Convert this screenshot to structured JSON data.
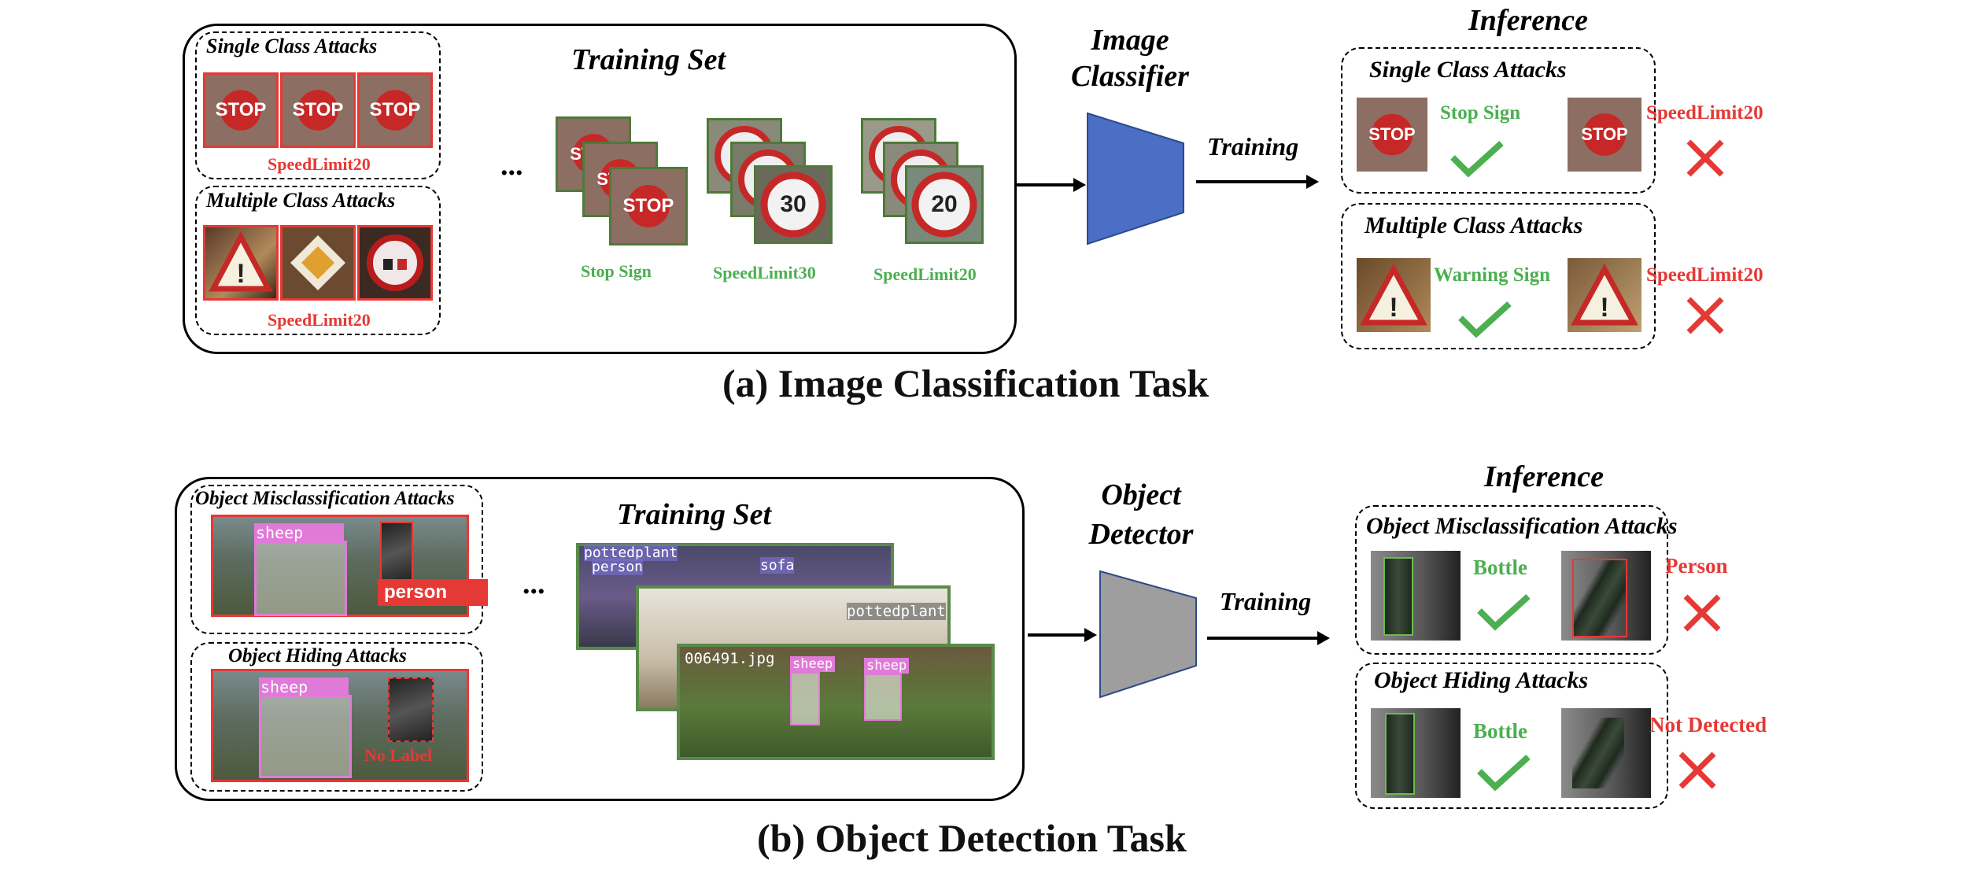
{
  "panel_a": {
    "training_set_title": "Training Set",
    "single_class_title": "Single Class Attacks",
    "multiple_class_title": "Multiple Class Attacks",
    "single_target_label": "SpeedLimit20",
    "multiple_target_label": "SpeedLimit20",
    "ellipsis": "...",
    "stop_sign_text": "STOP",
    "speed30_text": "30",
    "speed20_text": "20",
    "train_labels": [
      "Stop Sign",
      "SpeedLimit30",
      "SpeedLimit20"
    ],
    "model_title": "Image Classifier",
    "arrow_label": "Training",
    "inference_title": "Inference",
    "inf_single_title": "Single Class Attacks",
    "inf_single_correct": "Stop Sign",
    "inf_single_wrong": "SpeedLimit20",
    "inf_multi_title": "Multiple Class Attacks",
    "inf_multi_correct": "Warning Sign",
    "inf_multi_wrong": "SpeedLimit20",
    "caption": "(a) Image Classification Task"
  },
  "panel_b": {
    "training_set_title": "Training Set",
    "misclass_title": "Object Misclassification Attacks",
    "hiding_title": "Object Hiding Attacks",
    "sheep_label": "sheep",
    "person_label": "person",
    "no_label": "No Label",
    "ellipsis": "...",
    "frame_labels": [
      "pottedplant",
      "person",
      "sofa",
      "pottedplant"
    ],
    "front_filename": "006491.jpg",
    "front_labels": [
      "sheep",
      "sheep"
    ],
    "model_title": "Object Detector",
    "arrow_label": "Training",
    "inference_title": "Inference",
    "inf_misclass_title": "Object Misclassification Attacks",
    "inf_misclass_correct": "Bottle",
    "inf_misclass_wrong": "Person",
    "inf_hiding_title": "Object Hiding Attacks",
    "inf_hiding_correct": "Bottle",
    "inf_hiding_wrong": "Not Detected",
    "caption": "(b) Object Detection Task"
  },
  "colors": {
    "attack_red": "#e53935",
    "clean_green": "#4caf50",
    "classifier_blue": "#4a6fc4",
    "detector_gray": "#9e9e9e",
    "bbox_pink": "#e07ad8"
  }
}
